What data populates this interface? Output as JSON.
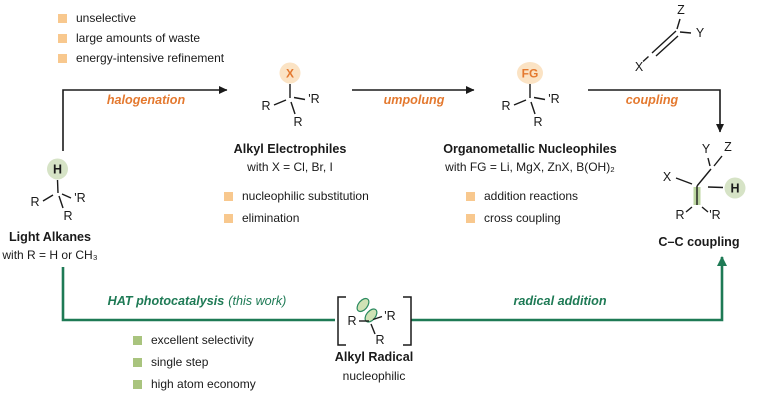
{
  "colors": {
    "accent_orange": "#e4792f",
    "orange_bullet": "#f8c88e",
    "orange_circle": "#fbe3c4",
    "accent_green": "#1e7a55",
    "green_bullet": "#a9c47e",
    "green_circle": "#d6e3c6",
    "bond_highlight": "#bcd6a0"
  },
  "atoms": {
    "r": "R",
    "rp": "'R",
    "h": "H",
    "x": "X",
    "fg": "FG",
    "y": "Y",
    "z": "Z"
  },
  "drawbacks": {
    "items": [
      "unselective",
      "large amounts of waste",
      "energy-intensive refinement"
    ]
  },
  "arrows": {
    "halogenation": "halogenation",
    "umpolung": "umpolung",
    "coupling": "coupling",
    "hat": "HAT photocatalysis",
    "hat_note": "(this work)",
    "radical_addition": "radical addition"
  },
  "light_alkanes": {
    "title": "Light Alkanes",
    "subtitle": "with R = H or CH₃"
  },
  "alkyl_electrophiles": {
    "title": "Alkyl Electrophiles",
    "subtitle": "with X = Cl, Br, I",
    "items": [
      "nucleophilic substitution",
      "elimination"
    ]
  },
  "organometallic_nucleophiles": {
    "title": "Organometallic Nucleophiles",
    "subtitle": "with FG = Li, MgX, ZnX, B(OH)₂",
    "items": [
      "addition reactions",
      "cross coupling"
    ]
  },
  "product": {
    "title": "C–C coupling"
  },
  "alkyl_radical": {
    "title": "Alkyl Radical",
    "subtitle": "nucleophilic"
  },
  "advantages": {
    "items": [
      "excellent selectivity",
      "single step",
      "high atom economy"
    ]
  }
}
